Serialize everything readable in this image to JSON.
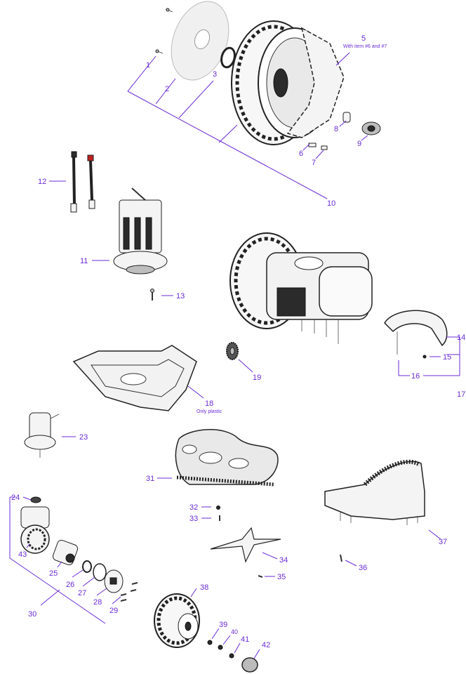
{
  "labels": {
    "l1": "1",
    "l2": "2",
    "l3": "3",
    "l5": "5",
    "l6": "6",
    "l7": "7",
    "l8": "8",
    "l9": "9",
    "l10": "10",
    "l11": "11",
    "l12": "12",
    "l13": "13",
    "l14": "14",
    "l15": "15",
    "l16": "16",
    "l17": "17",
    "l18": "18",
    "l19": "19",
    "l23": "23",
    "l24": "24",
    "l25": "25",
    "l26": "26",
    "l27": "27",
    "l28": "28",
    "l29": "29",
    "l30": "30",
    "l31": "31",
    "l32": "32",
    "l33": "33",
    "l34": "34",
    "l35": "35",
    "l36": "36",
    "l37": "37",
    "l38": "38",
    "l39": "39",
    "l40": "40",
    "l41": "41",
    "l42": "42",
    "l43": "43"
  },
  "notes": {
    "n5": "With item #6 and #7",
    "n18": "Only plastic"
  },
  "colors": {
    "label": "#6a2bd6",
    "outline": "#222222",
    "part_fill": "#f4f4f4",
    "dark_fill": "#2b2b2b"
  }
}
